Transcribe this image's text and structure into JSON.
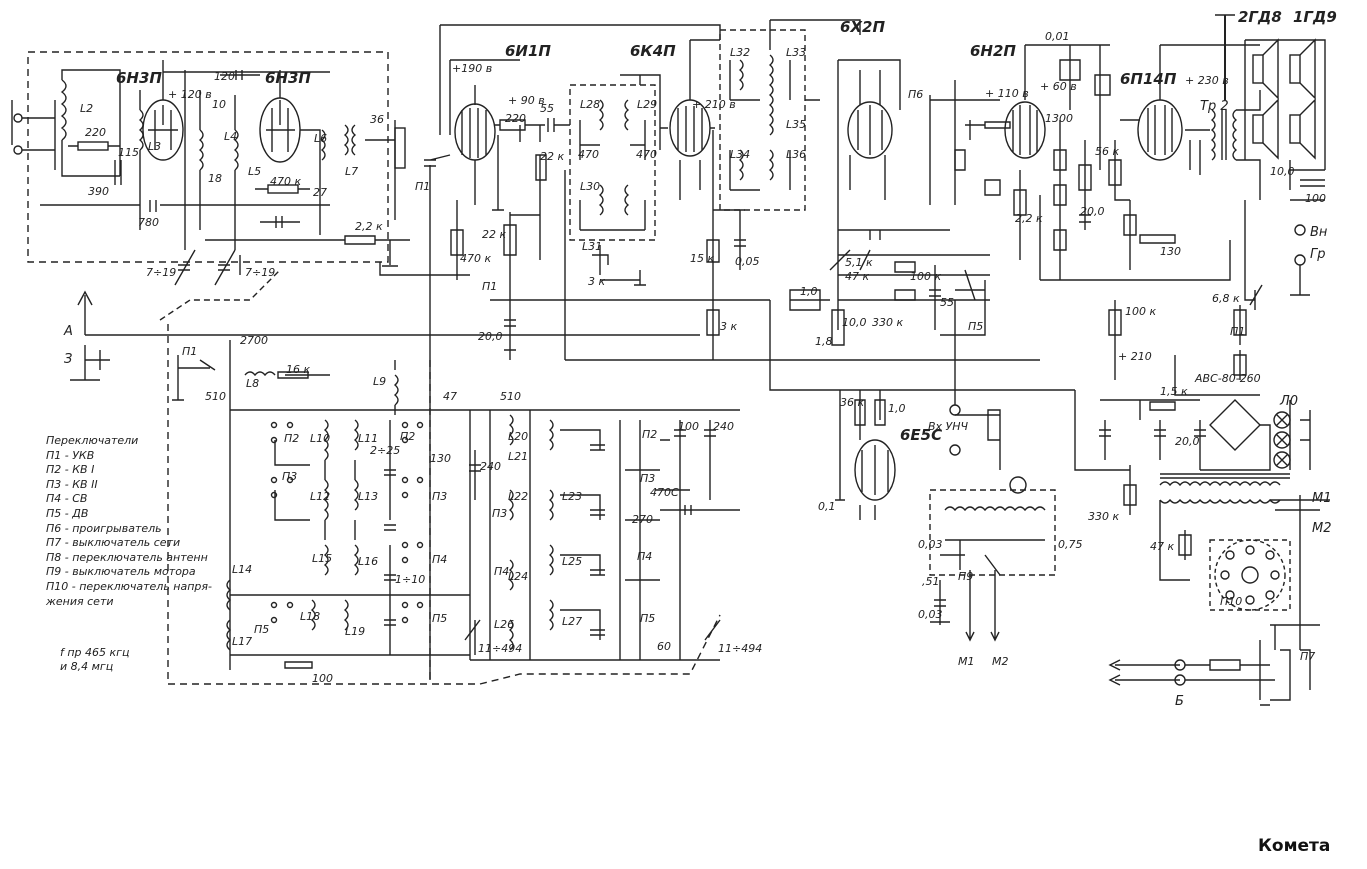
{
  "title": "Комета",
  "tubes": {
    "v1": "6Н3П",
    "v2": "6Н3П",
    "v3": "6И1П",
    "v4": "6К4П",
    "v5": "6Х2П",
    "v6": "6Н2П",
    "v7": "6П14П",
    "v8": "6Е5С"
  },
  "speakers": {
    "s1": "2ГД8",
    "s2": "1ГД9"
  },
  "power": {
    "rectifier": "АВС-80-260",
    "plus": "+ 210",
    "lamp": "Л0"
  },
  "jacks": {
    "antenna": "А",
    "ground": "З",
    "out_vn": "Вн",
    "out_gr": "Гр",
    "b": "Б",
    "m1": "М1",
    "m2": "М2",
    "transformer2": "Тр 2",
    "vx_unch": "Вх УНЧ"
  },
  "values": {
    "c390": "390",
    "r220": "220",
    "c115": "115",
    "c780": "780",
    "c120a": "120",
    "c10": "10",
    "c18": "18",
    "r470k": "470 к",
    "c27": "27",
    "c36": "36",
    "r22k": "2,2 к",
    "c7_19a": "7÷19",
    "c7_19b": "7÷19",
    "c2700": "2700",
    "r16k": "16 к",
    "c510a": "510",
    "c47": "47",
    "c510b": "510",
    "c240a": "240",
    "c240b": "240",
    "c100": "100",
    "c470c": "470С",
    "c270": "270",
    "c60": "60",
    "c11_494a": "11÷494",
    "c11_494b": "11÷494",
    "c130": "130",
    "c2_25": "2÷25",
    "c1_10": "1÷10",
    "r100": "100",
    "r190v": "+190 в",
    "r220b": "220",
    "c55a": "55",
    "r22ka": "22 к",
    "r22kb": "22 к",
    "r470kb": "470 к",
    "c20": "20,0",
    "r15k": "15 к",
    "c005": "0,05",
    "r3k": "3 к",
    "r3kb": "3 к",
    "c470a": "470",
    "c470b": "470",
    "r1_0": "1,0",
    "r10_0": "10,0",
    "r5_1k": "5,1 к",
    "r47k": "47 к",
    "r330k": "330 к",
    "r100k": "100 к",
    "r1_8": "1,8",
    "r36k": "36 к",
    "r1_0b": "1,0",
    "c01": "0,1",
    "c55b": "55",
    "c001": "0,01",
    "c1300": "1300",
    "r22kc": "2,2 к",
    "r56k": "56 к",
    "c200": "20,0",
    "r130": "130",
    "r68k": "6,8 к",
    "r100kb": "100 к",
    "c1_5k": "1,5 к",
    "c20b": "20,0",
    "c100b": "100",
    "c10_0": "10,0",
    "r330kb": "330 к",
    "r47kb": "47 к",
    "c0_75": "0,75",
    "c0_03": "0,03",
    "c051": ",51",
    "c0_03b": "0,03",
    "v60": "+ 60 в",
    "v110": "+ 110 в",
    "v230": "+ 230 в",
    "v120": "+ 120 в",
    "v90": "+ 90 в",
    "v210": "+ 210 в"
  },
  "coils": [
    "L2",
    "L3",
    "L4",
    "L5",
    "L6",
    "L7",
    "L8",
    "L9",
    "L10",
    "L11",
    "L12",
    "L13",
    "L14",
    "L15",
    "L16",
    "L17",
    "L18",
    "L19",
    "L20",
    "L21",
    "L22",
    "L23",
    "L24",
    "L25",
    "L26",
    "L27",
    "L28",
    "L29",
    "L30",
    "L31",
    "L32",
    "L33",
    "L34",
    "L35",
    "L36"
  ],
  "switches": [
    "П1",
    "П2",
    "П3",
    "П4",
    "П5",
    "П6",
    "П7",
    "П8",
    "П9",
    "П10"
  ],
  "legend": {
    "title": "Переключатели",
    "items": [
      "П1 - УКВ",
      "П2 - КВ I",
      "П3 - КВ II",
      "П4 - СВ",
      "П5 - ДВ",
      "П6 - проигрыватель",
      "П7 - выключатель сети",
      "П8 - переключатель антенн",
      "П9 - выключатель мотора",
      "П10 - переключатель напря-",
      "жения сети"
    ]
  },
  "ifreq": {
    "line1": "f пр 465 кгц",
    "line2": "и 8,4 мгц"
  }
}
